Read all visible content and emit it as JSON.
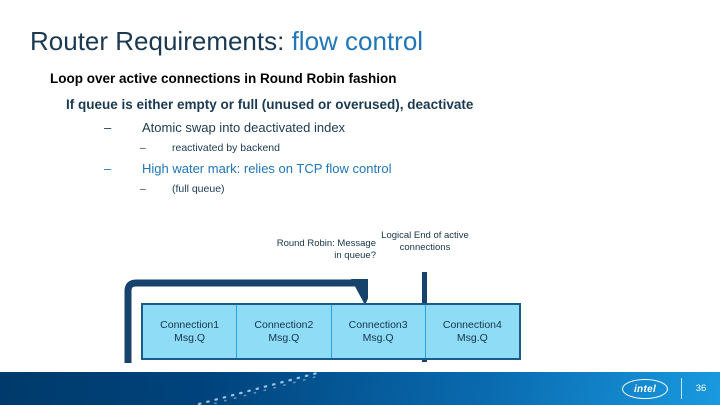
{
  "slide": {
    "title": {
      "main": "Router Requirements",
      "separator": ": ",
      "accent": "flow control"
    },
    "bullets": {
      "level1": "Loop over active connections in Round Robin fashion",
      "level2": "If queue is either empty or full (unused or overused), deactivate",
      "items": [
        {
          "level": 3,
          "dash": "–",
          "text": "Atomic swap into deactivated index",
          "accent": false
        },
        {
          "level": 4,
          "dash": "–",
          "text": "reactivated by backend",
          "accent": false
        },
        {
          "level": 3,
          "dash": "–",
          "text": "High water mark: relies on TCP flow control",
          "accent": true
        },
        {
          "level": 4,
          "dash": "–",
          "text": "(full queue)",
          "accent": false
        }
      ]
    },
    "diagram": {
      "round_robin_label": "Round Robin: Message in queue?",
      "logical_end_label": "Logical End of active connections",
      "boxes": [
        {
          "name": "Connection1",
          "queue": "Msg.Q"
        },
        {
          "name": "Connection2",
          "queue": "Msg.Q"
        },
        {
          "name": "Connection3",
          "queue": "Msg.Q"
        },
        {
          "name": "Connection4",
          "queue": "Msg.Q"
        }
      ],
      "arrow_target_box_index": 2
    },
    "footer": {
      "brand": "intel",
      "slide_number": "36"
    },
    "colors": {
      "title_dark": "#1b3a52",
      "title_accent": "#2076b8",
      "body_dark": "#1b3a52",
      "body_accent": "#2076b8",
      "box_fill": "#8fdcf7",
      "box_border": "#1b5b8a",
      "arrow_navy": "#17426b",
      "footer_left": "#003a6b",
      "footer_right": "#199ae0"
    }
  }
}
